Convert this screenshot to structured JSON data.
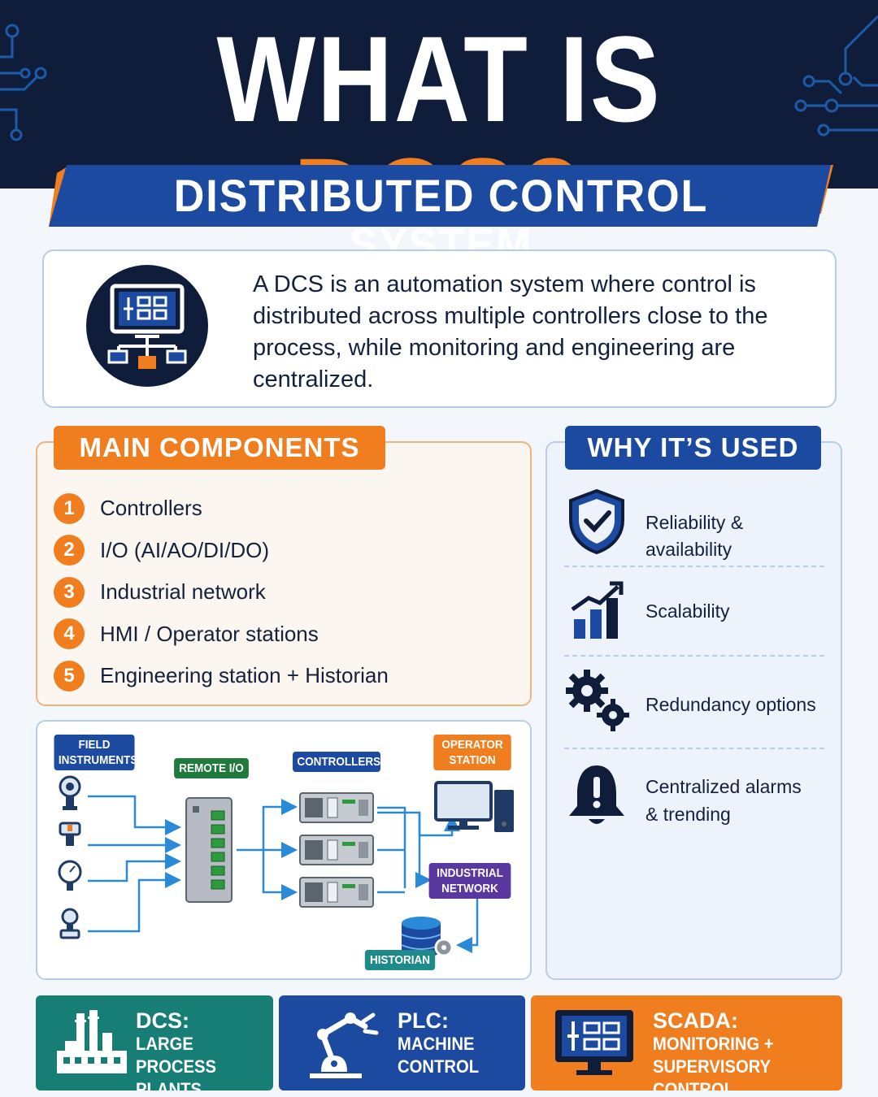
{
  "header": {
    "title_white": "WHAT IS ",
    "title_orange": "DCS?",
    "banner": "DISTRIBUTED CONTROL SYSTEM"
  },
  "intro": {
    "text": "A DCS is an automation system where control is distributed across multiple controllers close to the process, while monitoring and engineering are centralized.",
    "icon": "network-monitor-icon"
  },
  "components": {
    "heading": "MAIN COMPONENTS",
    "items": [
      {
        "num": "1",
        "label": "Controllers"
      },
      {
        "num": "2",
        "label": "I/O (AI/AO/DI/DO)"
      },
      {
        "num": "3",
        "label": "Industrial network"
      },
      {
        "num": "4",
        "label": "HMI / Operator stations"
      },
      {
        "num": "5",
        "label": "Engineering station + Historian"
      }
    ]
  },
  "diagram": {
    "field_instruments": [
      "FIELD",
      "INSTRUMENTS"
    ],
    "remote_io": "REMOTE I/O",
    "controllers": "CONTROLLERS",
    "operator_station": [
      "OPERATOR",
      "STATION"
    ],
    "industrial_network": [
      "INDUSTRIAL",
      "NETWORK"
    ],
    "historian": "HISTORIAN"
  },
  "why": {
    "heading": "WHY IT’S USED",
    "items": [
      {
        "label": "Reliability & availability",
        "icon": "shield-check-icon"
      },
      {
        "label": "Scalability",
        "icon": "bar-chart-arrow-icon"
      },
      {
        "label": "Redundancy options",
        "icon": "gears-icon"
      },
      {
        "label_line1": "Centralized alarms",
        "label_line2": "& trending",
        "icon": "alarm-bell-icon"
      }
    ]
  },
  "cards": {
    "dcs": {
      "title": "DCS:",
      "line1": "LARGE PROCESS",
      "line2": "PLANTS",
      "icon": "factory-icon"
    },
    "plc": {
      "title": "PLC:",
      "line1": "MACHINE",
      "line2": "CONTROL",
      "icon": "robot-arm-icon"
    },
    "scada": {
      "title": "SCADA:",
      "line1": "MONITORING +",
      "line2": "SUPERVISORY CONTROL",
      "icon": "monitor-icon"
    }
  },
  "colors": {
    "navy": "#0f1d3a",
    "blue": "#1c4aa0",
    "orange": "#f07d1e",
    "teal": "#177e76"
  }
}
